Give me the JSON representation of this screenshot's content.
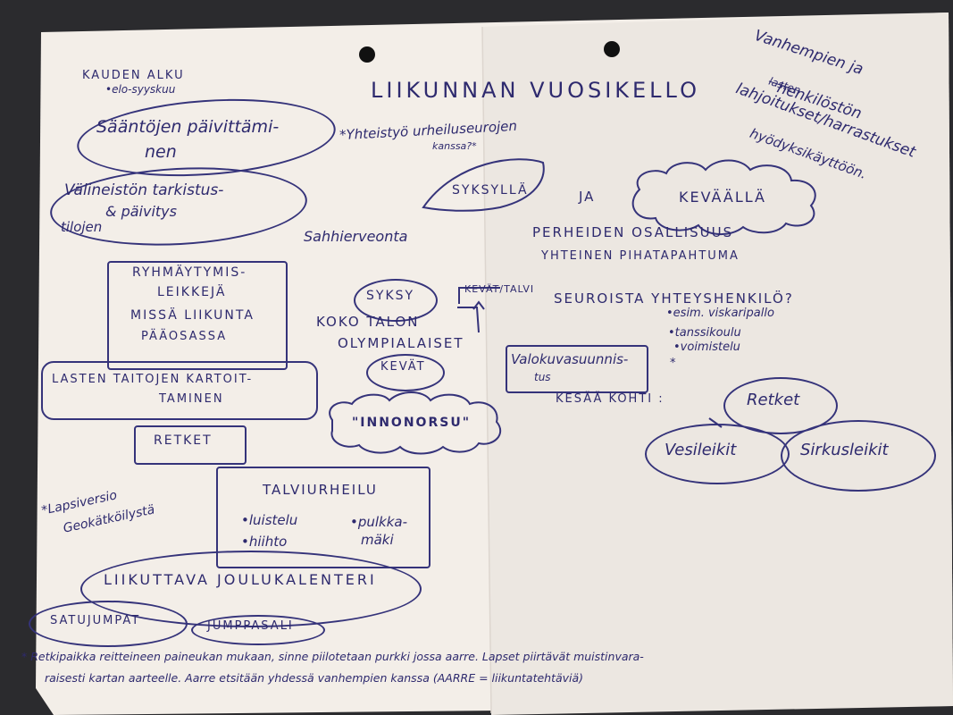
{
  "title": "LIIKUNNAN VUOSIKELLO",
  "left": {
    "kauden_alku": "KAUDEN ALKU",
    "kauden_alku_sub": "•elo-syyskuu",
    "saantojen": [
      "Sääntöjen päivittämi-",
      "nen"
    ],
    "valineiston": [
      "Välineistön tarkistus-",
      "& päivitys",
      "tilojen"
    ],
    "ryhmaytymis": [
      "RYHMÄYTYMIS-",
      "LEIKKEJÄ",
      "MISSÄ LIIKUNTA",
      "PÄÄOSASSA"
    ],
    "lasten": [
      "LASTEN TAITOJEN KARTOIT-",
      "TAMINEN"
    ],
    "retket": "RETKET",
    "lapsiversio": [
      "*Lapsiversio",
      "Geokätköilystä"
    ],
    "talviurheilu": "TALVIURHEILU",
    "talvi_items": [
      "•luistelu",
      "•hiihto",
      "•pulkka-",
      "mäki"
    ],
    "joulukalenteri": "LIIKUTTAVA JOULUKALENTERI",
    "satujumpat": "SATUJUMPAT",
    "jumppasali": "JUMPPASALI"
  },
  "middle": {
    "yhteistyo": "*Yhteistyö urheiluseurojen",
    "kanssa": "kanssa?*",
    "syksylla": "SYKSYLLÄ",
    "ja": "JA",
    "kevaalla": "KEVÄÄLLÄ",
    "sahhiervonta": "Sahhierveonta",
    "syksy": "SYKSY",
    "kevat_talvi": "KEVÄT/TALVI",
    "koko_talon": "KOKO TALON",
    "olympialaiset": "OLYMPIALAISET",
    "kevat": "KEVÄT",
    "innonorsu": "\"INNONORSU\""
  },
  "right": {
    "vanhempien": [
      "Vanhempien ja",
      "henkilöstön",
      "lahjoitukset/harrastukset",
      "hyödyksikäyttöön."
    ],
    "vanhempien_strike": "lasten",
    "perheiden": "PERHEIDEN OSALLISUUS",
    "yhteinen": "YHTEINEN PIHATAPAHTUMA",
    "seuroista": "SEUROISTA YHTEYSHENKILÖ?",
    "seura_items": [
      "•esim. viskaripallo",
      "•tanssikoulu",
      "•voimistelu",
      "*"
    ],
    "valokuva": [
      "Valokuvasuunnis-",
      "tus"
    ],
    "kesaa_kohti": "KESÄÄ KOHTI :",
    "retket_bubble": "Retket",
    "vesileikit": "Vesileikit",
    "sirkusleikit": "Sirkusleikit"
  },
  "footnote": [
    "* Retkipaikka reitteineen paineukan mukaan, sinne piilotetaan purkki jossa aarre. Lapset piirtävät muistinvara-",
    "raisesti kartan aarteelle. Aarre etsitään yhdessä vanhempien kanssa (AARRE = liikuntatehtäviä)"
  ]
}
